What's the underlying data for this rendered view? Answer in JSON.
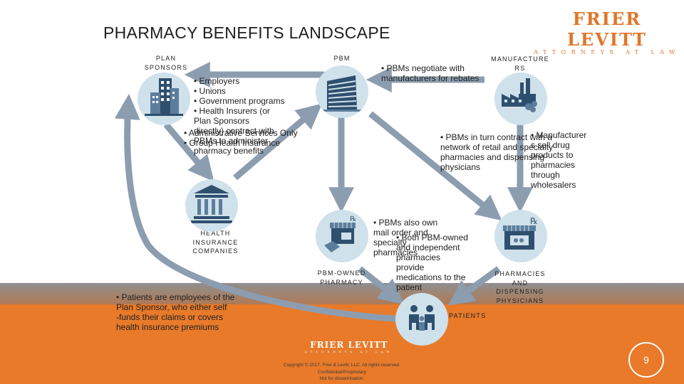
{
  "title": "PHARMACY BENEFITS LANDSCAPE",
  "logo": {
    "main": "FRIER LEVITT",
    "sub": "ATTORNEYS AT LAW"
  },
  "nodes": {
    "plan_sponsors": [
      "PLAN",
      "SPONSORS"
    ],
    "pbm": [
      "PBM"
    ],
    "manufacturers": [
      "MANUFACTURE",
      "RS"
    ],
    "health_insurance": [
      "HEALTH",
      "INSURANCE",
      "COMPANIES"
    ],
    "pbm_owned_pharmacy": [
      "PBM-OWNED",
      "PHARMACY"
    ],
    "pharmacies": [
      "PHARMACIES",
      "AND",
      "DISPENSING",
      "PHYSICIANS"
    ],
    "patients": [
      "PATIENTS"
    ]
  },
  "notes": {
    "plan_sponsor_types": [
      "• Employers",
      "• Unions",
      "• Government programs",
      "• Health Insurers (or",
      "   Plan Sponsors",
      "   directly) contract with",
      "   PBMs to administer",
      "   pharmacy benefits"
    ],
    "aso": [
      "• Administrative Services Only",
      "• Group Health Insurance"
    ],
    "pbm_rebates": [
      "• PBMs negotiate with",
      "   manufacturers for rebates"
    ],
    "pbm_network": [
      "• PBMs in turn contract with a",
      "   network of retail and specialty",
      "   pharmacies and dispensing",
      "   physicians"
    ],
    "manufacturer_sell": [
      "• Manufacturer",
      "   s sell drug",
      "   products to",
      "   pharmacies",
      "   through",
      "   wholesalers"
    ],
    "pbm_own": [
      "• PBMs also own",
      "   mail order and",
      "   specialty",
      "   pharmacies"
    ],
    "both_pharmacies": [
      "• Both PBM-owned",
      "   and independent",
      "   pharmacies",
      "   provide",
      "   medications to the",
      "   patient"
    ],
    "patients_note": [
      "• Patients are employees of the",
      "   Plan Sponsor, who either self",
      "   -funds their claims or covers",
      "   health insurance premiums"
    ]
  },
  "footer": {
    "logo_main": "FRIER LEVITT",
    "logo_sub": "ATTORNEYS AT LAW",
    "copyright": [
      "Copyright © 2017. Frier & Levitt, LLC. All rights reserved.",
      "Confidential/Proprietary",
      "Not for dissemination."
    ],
    "page_number": "9"
  },
  "colors": {
    "arrow": "#8d9db0",
    "circle": "#cfe1ea",
    "icon_dark": "#2f4f6e",
    "icon_mid": "#5d7d9c",
    "orange": "#e87a2a"
  },
  "icons": [
    "office-building-icon",
    "corporate-building-icon",
    "factory-icon",
    "bank-icon",
    "storefront-icon",
    "pharmacy-store-icon",
    "family-icon"
  ]
}
